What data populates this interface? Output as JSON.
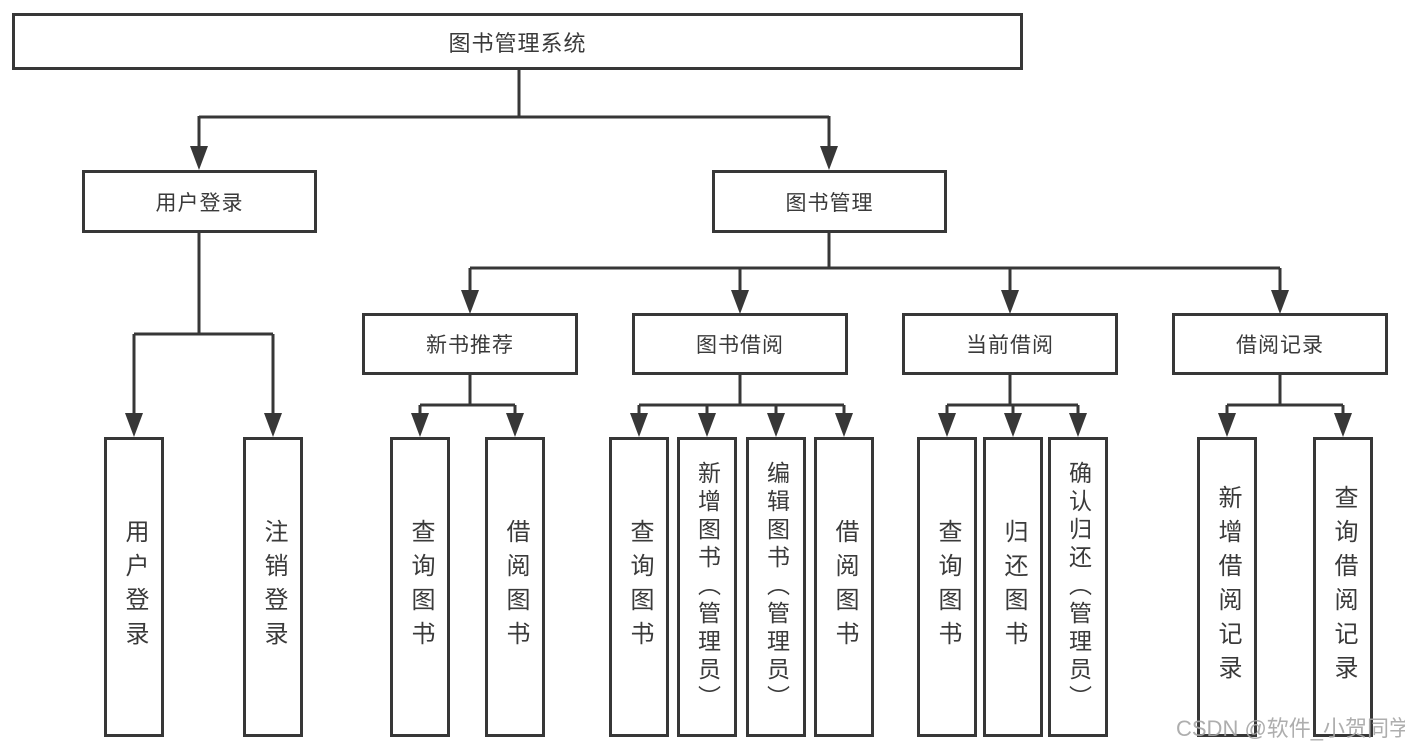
{
  "diagram": {
    "root": {
      "label": "图书管理系统"
    },
    "branches": [
      {
        "label": "用户登录",
        "leaves": [
          {
            "label": "用户登录"
          },
          {
            "label": "注销登录"
          }
        ]
      },
      {
        "label": "图书管理",
        "groups": [
          {
            "label": "新书推荐",
            "leaves": [
              {
                "label": "查询图书"
              },
              {
                "label": "借阅图书"
              }
            ]
          },
          {
            "label": "图书借阅",
            "leaves": [
              {
                "label": "查询图书"
              },
              {
                "label": "新增图书（管理员）"
              },
              {
                "label": "编辑图书（管理员）"
              },
              {
                "label": "借阅图书"
              }
            ]
          },
          {
            "label": "当前借阅",
            "leaves": [
              {
                "label": "查询图书"
              },
              {
                "label": "归还图书"
              },
              {
                "label": "确认归还（管理员）"
              }
            ]
          },
          {
            "label": "借阅记录",
            "leaves": [
              {
                "label": "新增借阅记录"
              },
              {
                "label": "查询借阅记录"
              }
            ]
          }
        ]
      }
    ]
  },
  "watermark": "CSDN @软件_小贺同学",
  "colors": {
    "line": "#373737",
    "box_border": "#373737",
    "box_fill": "#ffffff",
    "text": "#3a3a3a",
    "watermark": "#a6a6a6",
    "background": "#ffffff"
  }
}
